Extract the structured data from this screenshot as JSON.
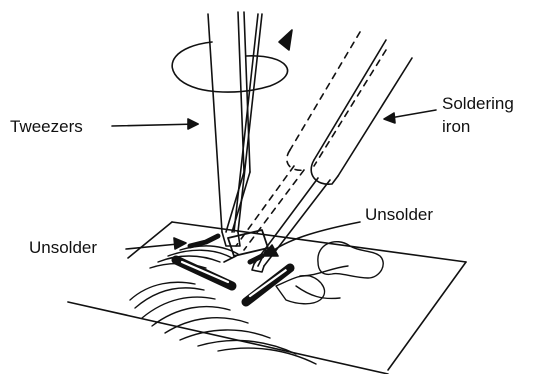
{
  "labels": {
    "tweezers": "Tweezers",
    "soldering_iron_line1": "Soldering",
    "soldering_iron_line2": "iron",
    "unsolder_left": "Unsolder",
    "unsolder_right": "Unsolder"
  },
  "colors": {
    "ink": "#111111",
    "paper": "#ffffff"
  }
}
